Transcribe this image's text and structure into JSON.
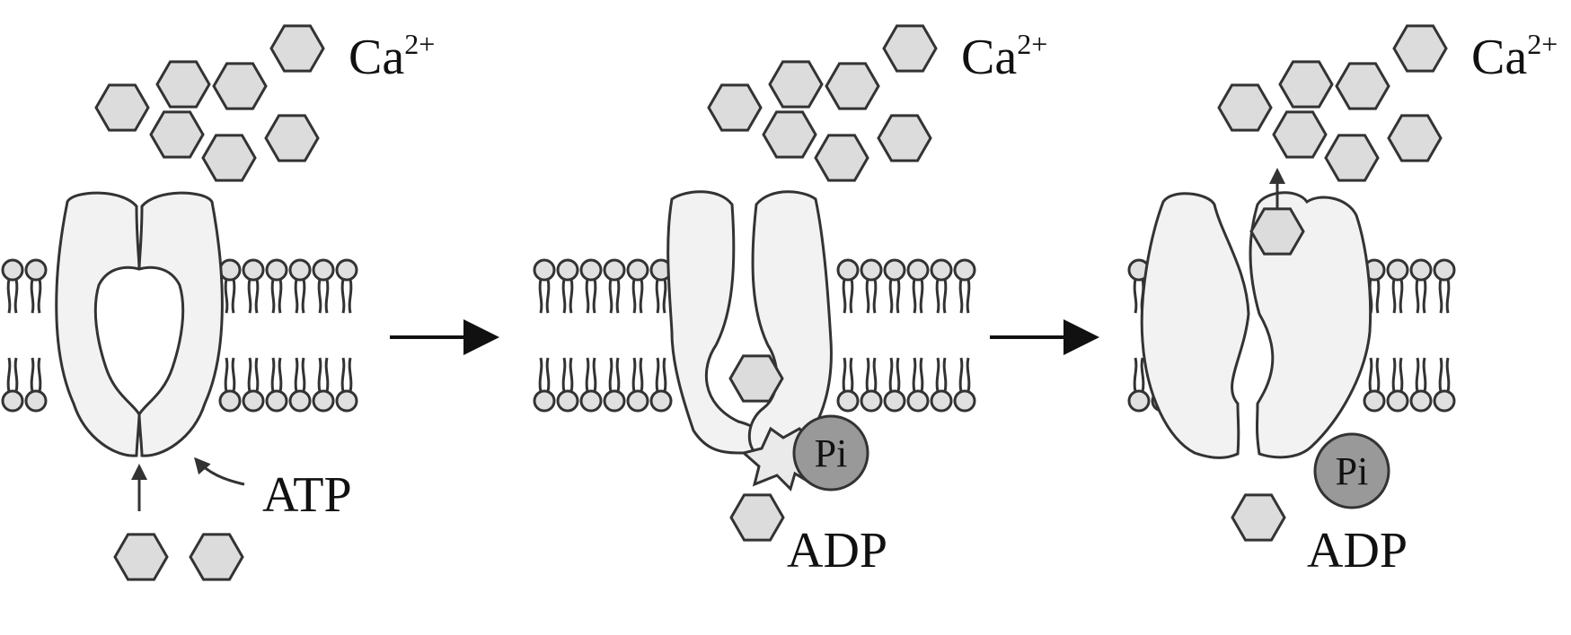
{
  "legend": {
    "ion": "Ca",
    "charge": "2+"
  },
  "labels": {
    "atp": "ATP",
    "adp": "ADP",
    "pi": "Pi"
  },
  "colors": {
    "stroke": "#333333",
    "ion_fill": "#dcdcdc",
    "protein_fill": "#f2f2f2",
    "phosphate_fill": "#999999",
    "head_fill": "#e0e0e0",
    "arrow": "#111111"
  },
  "panels": [
    {
      "step": 1,
      "state": "open to cytoplasm",
      "atp_label": "ATP"
    },
    {
      "step": 2,
      "state": "phosphorylated, ion bound",
      "phosphate_label": "Pi",
      "adp_label": "ADP"
    },
    {
      "step": 3,
      "state": "open to outside, ion released",
      "phosphate_label": "Pi",
      "adp_label": "ADP"
    }
  ]
}
